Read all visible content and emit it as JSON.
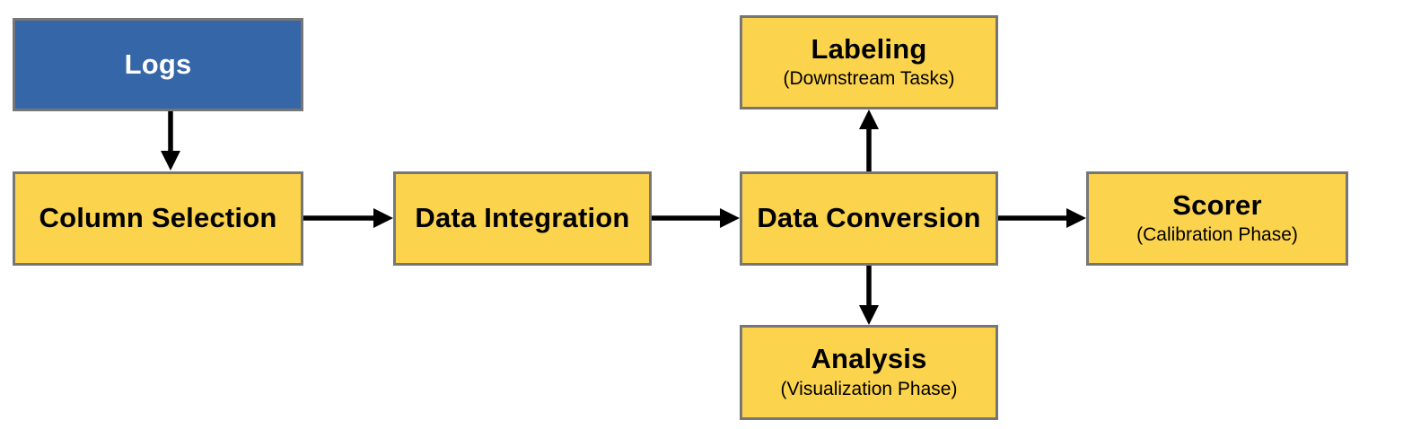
{
  "diagram": {
    "title": "Data processing pipeline flowchart",
    "nodes": {
      "logs": {
        "label": "Logs",
        "type": "source"
      },
      "column_selection": {
        "label": "Column Selection",
        "type": "process"
      },
      "data_integration": {
        "label": "Data Integration",
        "type": "process"
      },
      "data_conversion": {
        "label": "Data Conversion",
        "type": "process"
      },
      "labeling": {
        "label": "Labeling",
        "sublabel": "(Downstream Tasks)",
        "type": "process"
      },
      "scorer": {
        "label": "Scorer",
        "sublabel": "(Calibration Phase)",
        "type": "process"
      },
      "analysis": {
        "label": "Analysis",
        "sublabel": "(Visualization Phase)",
        "type": "process"
      }
    },
    "edges": [
      {
        "from": "logs",
        "to": "column_selection",
        "direction": "down"
      },
      {
        "from": "column_selection",
        "to": "data_integration",
        "direction": "right"
      },
      {
        "from": "data_integration",
        "to": "data_conversion",
        "direction": "right"
      },
      {
        "from": "data_conversion",
        "to": "labeling",
        "direction": "up"
      },
      {
        "from": "data_conversion",
        "to": "scorer",
        "direction": "right"
      },
      {
        "from": "data_conversion",
        "to": "analysis",
        "direction": "down"
      }
    ],
    "colors": {
      "source_fill": "#3566a8",
      "source_text": "#ffffff",
      "process_fill": "#fbd34d",
      "process_text": "#000000",
      "border": "#767676",
      "arrow": "#000000",
      "background": "#ffffff"
    }
  }
}
